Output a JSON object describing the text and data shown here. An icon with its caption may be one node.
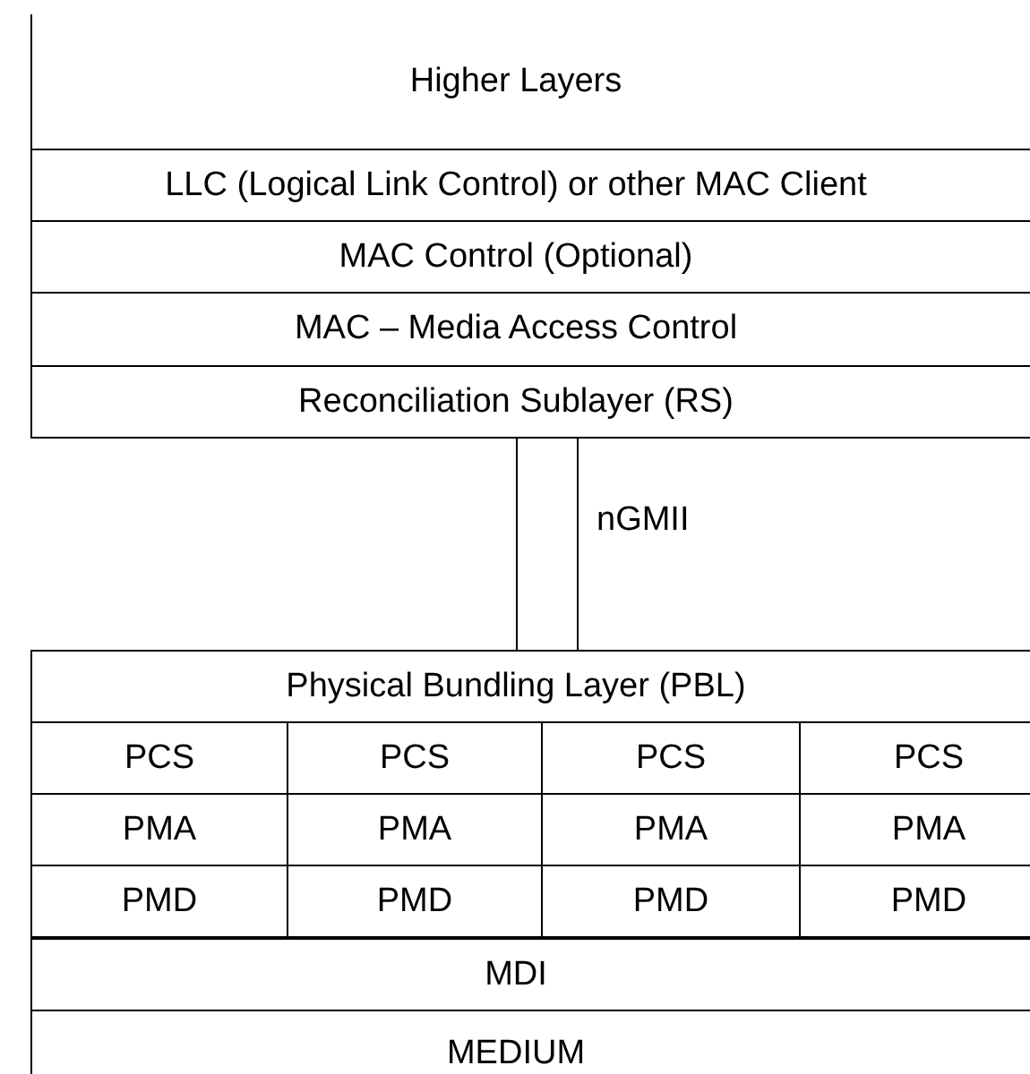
{
  "diagram": {
    "nodes": [
      {
        "text": [
          "Higher Layers"
        ]
      },
      {
        "text": [
          "LLC (Logical Link Control) or other MAC Client"
        ]
      },
      {
        "text": [
          "MAC Control (Optional)"
        ]
      },
      {
        "text": [
          "MAC – Media Access Control"
        ]
      },
      {
        "text": [
          "Reconciliation Sublayer (RS)"
        ]
      },
      {
        "text": [],
        "shape": "box",
        "beside": [
          "nGMII"
        ]
      },
      {
        "text": [
          "Physical Bundling Layer (PBL)"
        ]
      },
      {
        "text": [
          "PCS"
        ]
      },
      {
        "text": [
          "PCS"
        ]
      },
      {
        "text": [
          "PCS"
        ]
      },
      {
        "text": [
          "PCS"
        ]
      },
      {
        "text": [
          "PMA"
        ]
      },
      {
        "text": [
          "PMA"
        ]
      },
      {
        "text": [
          "PMA"
        ]
      },
      {
        "text": [
          "PMA"
        ]
      },
      {
        "text": [
          "PMD"
        ]
      },
      {
        "text": [
          "PMD"
        ]
      },
      {
        "text": [
          "PMD"
        ]
      },
      {
        "text": [
          "PMD"
        ]
      },
      {
        "text": [
          "MDI"
        ]
      },
      {
        "text": [
          "MEDIUM"
        ]
      }
    ]
  }
}
